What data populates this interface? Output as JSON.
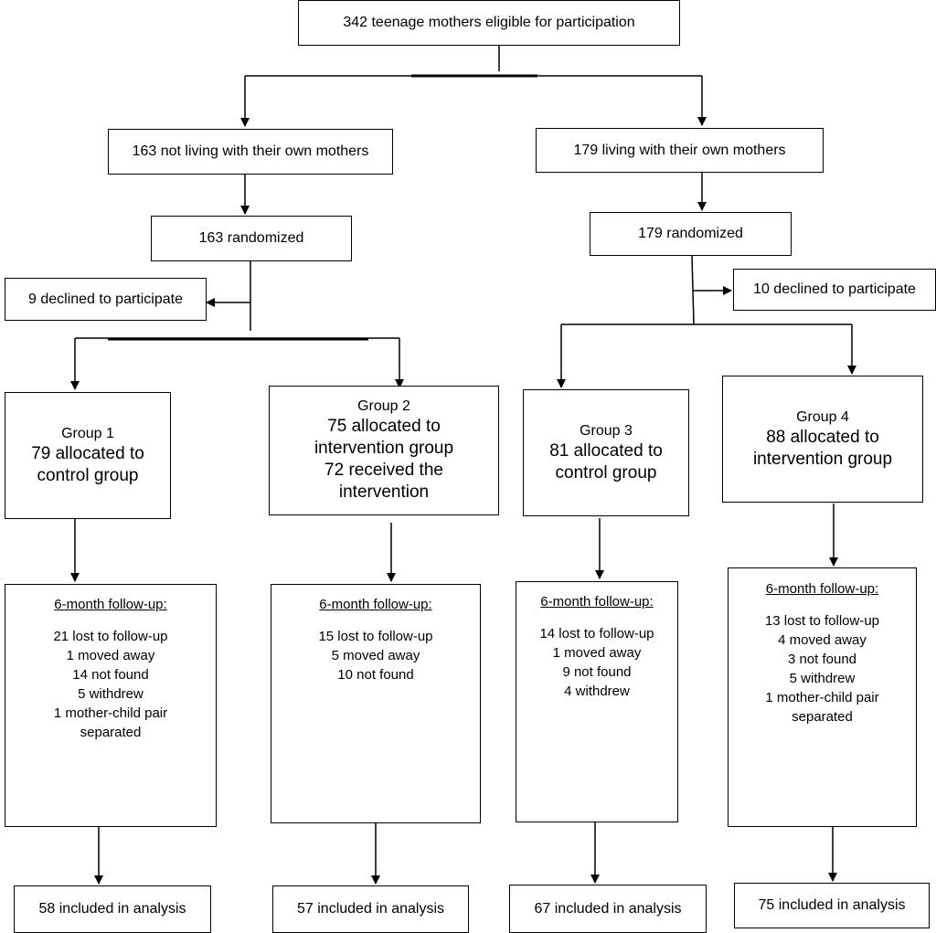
{
  "eligible": "342 teenage mothers eligible for participation",
  "branches": [
    {
      "stratum": "163 not living with their own mothers",
      "randomized": "163 randomized",
      "declined": "9 declined to participate"
    },
    {
      "stratum": "179 living with their own mothers",
      "randomized": "179 randomized",
      "declined": "10 declined to participate"
    }
  ],
  "groups": [
    {
      "label": "Group 1",
      "lines": [
        "79 allocated to",
        "control group"
      ],
      "followup_title": "6-month follow-up:",
      "followup_lines": [
        "21 lost to follow-up",
        "1 moved away",
        "14 not found",
        "5 withdrew",
        "1 mother-child pair",
        "separated"
      ],
      "analysis": "58 included in analysis"
    },
    {
      "label": "Group 2",
      "lines": [
        "75 allocated to",
        "intervention group",
        "72 received the",
        "intervention"
      ],
      "followup_title": "6-month follow-up:",
      "followup_lines": [
        "15 lost to follow-up",
        "5 moved away",
        "10 not found"
      ],
      "analysis": "57 included in analysis"
    },
    {
      "label": "Group 3",
      "lines": [
        "81 allocated to",
        "control group"
      ],
      "followup_title": "6-month follow-up:",
      "followup_lines": [
        "14 lost to follow-up",
        "1 moved away",
        "9 not found",
        "4 withdrew"
      ],
      "analysis": "67 included in analysis"
    },
    {
      "label": "Group 4",
      "lines": [
        "88 allocated to",
        "intervention group"
      ],
      "followup_title": "6-month follow-up:",
      "followup_lines": [
        "13 lost to follow-up",
        "4 moved away",
        "3 not found",
        "5 withdrew",
        "1 mother-child pair",
        "separated"
      ],
      "analysis": "75 included in analysis"
    }
  ]
}
